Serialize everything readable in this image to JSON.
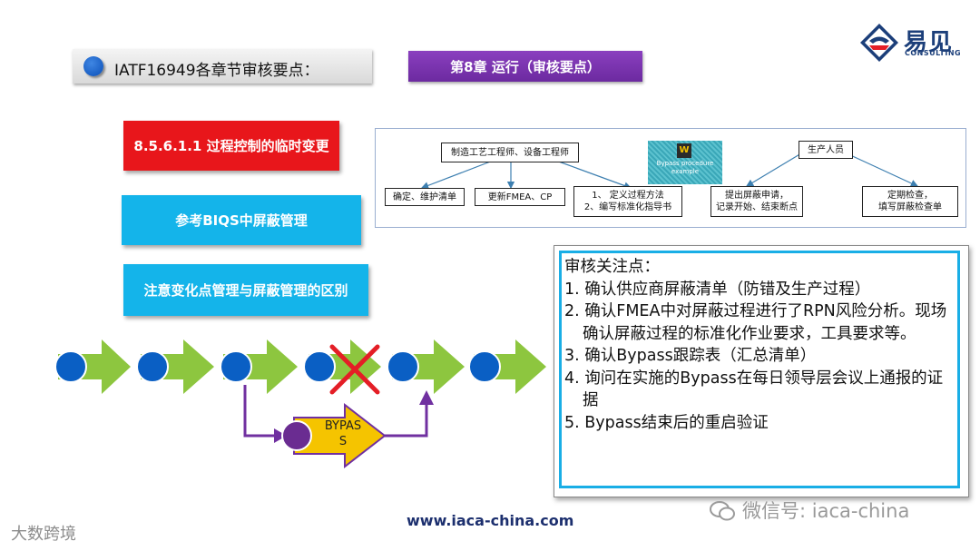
{
  "header": {
    "title": "IATF16949各章节审核要点：",
    "chapter": "第8章  运行（审核要点）"
  },
  "logo": {
    "name_cn": "易见",
    "name_en": "CONSULTING"
  },
  "left_boxes": {
    "clause": "8.5.6.1.1 过程控制的临时变更",
    "reference": "参考BIQS中屏蔽管理",
    "note": "注意变化点管理与屏蔽管理的区别"
  },
  "process": {
    "left_owner": "制造工艺工程师、设备工程师",
    "left_tasks": [
      "确定、维护清单",
      "更新FMEA、CP",
      "1、 定义过程方法",
      "2、编写标准化指导书"
    ],
    "doc_label": "Bypass procedure example",
    "doc_letter": "W",
    "right_owner": "生产人员",
    "right_task_1": [
      "提出屏蔽申请，",
      "记录开始、结束断点"
    ],
    "right_task_2": [
      "定期检查，",
      "填写屏蔽检查单"
    ]
  },
  "flow": {
    "bypass_label_line1": "BYPAS",
    "bypass_label_line2": "S",
    "colors": {
      "arrow": "#8dc63f",
      "circle": "#0a5fc4",
      "cross": "#e41e26",
      "bypass_arrow": "#f5c400",
      "bypass_circle": "#6a2c91",
      "connector": "#7030a0"
    }
  },
  "audit": {
    "title": "审核关注点：",
    "items": [
      "1. 确认供应商屏蔽清单（防错及生产过程）",
      "2. 确认FMEA中对屏蔽过程进行了RPN风险分析。现场确认屏蔽过程的标准化作业要求，工具要求等。",
      "3. 确认Bypass跟踪表（汇总清单）",
      "4. 询问在实施的Bypass在每日领导层会议上通报的证据",
      "5. Bypass结束后的重启验证"
    ]
  },
  "footer": {
    "url": "www.iaca-china.com",
    "wechat": "微信号: iaca-china",
    "source": "大数跨境"
  }
}
